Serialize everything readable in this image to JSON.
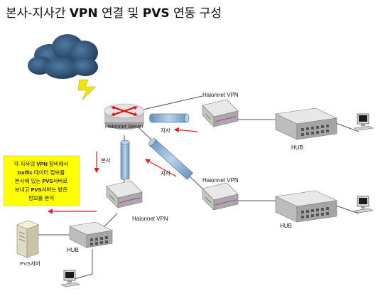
{
  "title": {
    "prefix": "본사-지사간 ",
    "vpn": "VPN",
    "middle": " 연결 및 ",
    "pvs": "PVS",
    "suffix": " 연동 구성"
  },
  "server_label": "Haionnet Server",
  "branch_vpn_1": "Haionnet VPN",
  "branch_vpn_2": "Haionnet VPN",
  "hq_vpn": "Haionnet VPN",
  "hub_1": "HUB",
  "hub_2": "HUB",
  "hub_hq": "HUB",
  "pvs_server": "PVS서버",
  "arrow_labels": {
    "jisa_1": "지사",
    "jisa_2": "지사",
    "bonsa": "본사"
  },
  "note": {
    "line1_a": "각 지사의 ",
    "line1_b": "VPN",
    "line1_c": " 장비에서",
    "line2_a": "traffic",
    "line2_b": " 데이터 정보를",
    "line3_a": "본사에 있는 ",
    "line3_b": "PVS",
    "line3_c": "서버로",
    "line4_a": "보내고 ",
    "line4_b": "PVS",
    "line4_c": "서버는 받은",
    "line5": "정보를 분석"
  },
  "colors": {
    "arrow": "#e02020",
    "note_bg": "#ffff00",
    "cloud": "#2a4f73",
    "lightning": "#f2e600",
    "tunnel": "#8fb3d6"
  }
}
